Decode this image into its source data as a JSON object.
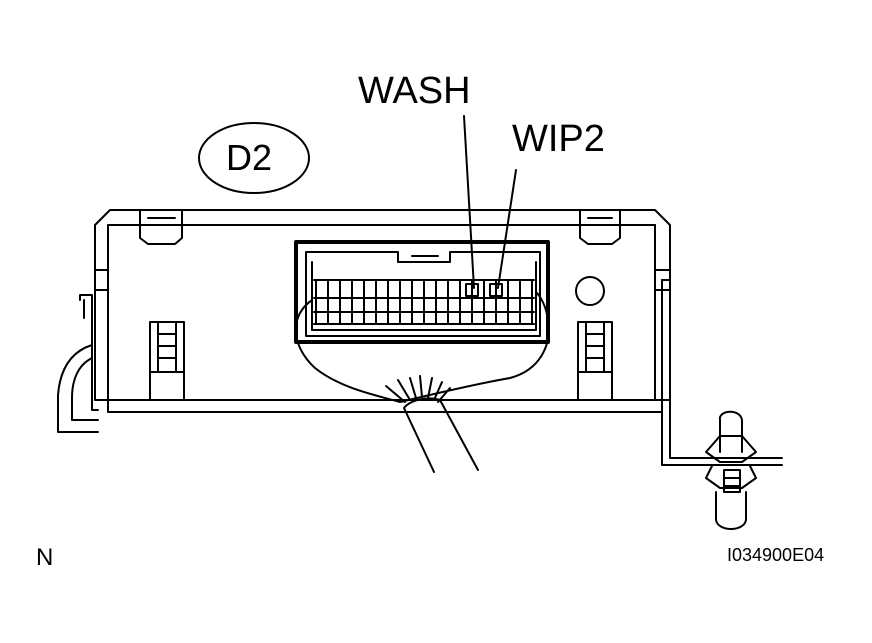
{
  "diagram": {
    "connector_id": "D2",
    "pin_labels": {
      "wash": "WASH",
      "wip2": "WIP2"
    },
    "corner_letter": "N",
    "figure_code": "I034900E04",
    "colors": {
      "line": "#000000",
      "background": "#ffffff"
    }
  }
}
